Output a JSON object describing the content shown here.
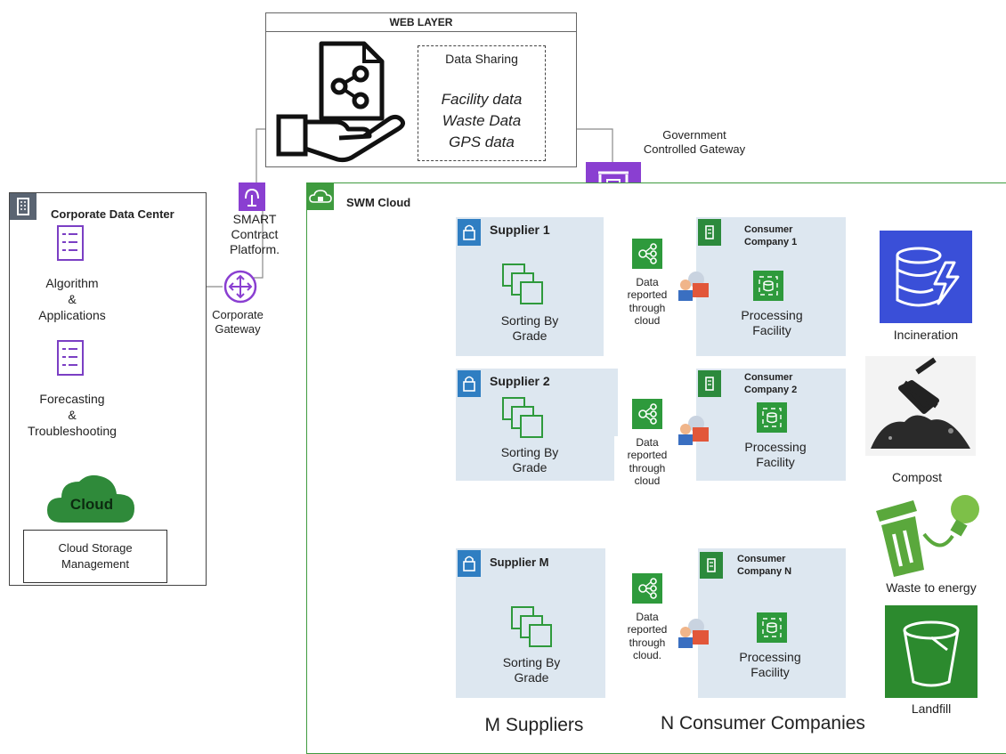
{
  "web_layer": {
    "title": "WEB LAYER",
    "data_sharing_title": "Data Sharing",
    "data_items": [
      "Facility data",
      "Waste Data",
      "GPS data"
    ]
  },
  "gateways": {
    "government": [
      "Government",
      "Controlled Gateway"
    ],
    "smart_contract": [
      "SMART",
      "Contract",
      "Platform."
    ],
    "corporate": [
      "Corporate",
      "Gateway"
    ]
  },
  "corporate_dc": {
    "title": "Corporate Data Center",
    "algorithm_lines": [
      "Algorithm",
      "&",
      "Applications"
    ],
    "forecasting_lines": [
      "Forecasting",
      "&",
      "Troubleshooting"
    ],
    "cloud_label": "Cloud",
    "storage_lines": [
      "Cloud Storage",
      "Management"
    ]
  },
  "swm": {
    "title": "SWM Cloud",
    "rows": [
      {
        "supplier": "Supplier 1",
        "sorting": [
          "Sorting By",
          "Grade"
        ],
        "data_note": [
          "Data",
          "reported",
          "through",
          "cloud"
        ],
        "consumer": [
          "Consumer",
          "Company 1"
        ],
        "processing": [
          "Processing",
          "Facility"
        ]
      },
      {
        "supplier": "Supplier 2",
        "sorting": [
          "Sorting By",
          "Grade"
        ],
        "data_note": [
          "Data",
          "reported",
          "through",
          "cloud"
        ],
        "consumer": [
          "Consumer",
          "Company 2"
        ],
        "processing": [
          "Processing",
          "Facility"
        ]
      },
      {
        "supplier": "Supplier M",
        "sorting": [
          "Sorting By",
          "Grade"
        ],
        "data_note": [
          "Data",
          "reported",
          "through",
          "cloud."
        ],
        "consumer": [
          "Consumer",
          "Company N"
        ],
        "processing": [
          "Processing",
          "Facility"
        ]
      }
    ],
    "footer_suppliers": "M Suppliers",
    "footer_consumers": "N Consumer Companies"
  },
  "disposal": {
    "incineration": "Incineration",
    "compost": "Compost",
    "waste_to_energy": "Waste to energy",
    "landfill": "Landfill"
  },
  "colors": {
    "aws_purple": "#8a3fd1",
    "aws_green": "#2e9a3c",
    "aws_blue": "#2f7ec2",
    "incineration_blue": "#3a4fd8",
    "panel": "#dde7f0"
  }
}
